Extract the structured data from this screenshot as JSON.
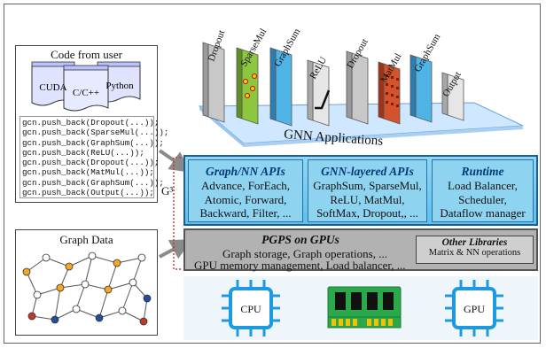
{
  "code_panel": {
    "title": "Code from user",
    "languages": [
      "CUDA",
      "C/C++",
      "Python"
    ],
    "lines": [
      "gcn.push_back(Dropout(...));",
      "gcn.push_back(SparseMul(...));",
      "gcn.push_back(GraphSum(...));",
      "gcn.push_back(ReLU(...));",
      "gcn.push_back(Dropout(...));",
      "gcn.push_back(MatMul(...));",
      "gcn.push_back(GraphSum(...));",
      "gcn.push_back(Output(...));"
    ]
  },
  "graph_panel": {
    "title": "Graph Data"
  },
  "apps": {
    "label": "GNN Applications",
    "layers": [
      "Dropout",
      "SparseMul",
      "GraphSum",
      "ReLU",
      "Dropout",
      "MatMul",
      "GraphSum",
      "Output"
    ]
  },
  "g3_label": "G³",
  "apis": {
    "graph_nn": {
      "title": "Graph/NN APIs",
      "lines": [
        "Advance, ForEach,",
        "Atomic, Forward,",
        "Backward, Filter, ..."
      ]
    },
    "gnn_layered": {
      "title": "GNN-layered APIs",
      "lines": [
        "GraphSum, SparseMul,",
        "ReLU, MatMul,",
        "SoftMax, Dropout,, ..."
      ]
    },
    "runtime": {
      "title": "Runtime",
      "lines": [
        "Load Balancer,",
        "Scheduler,",
        "Dataflow manager"
      ]
    }
  },
  "pgps": {
    "title": "PGPS on GPUs",
    "lines": [
      "Graph storage, Graph operations, ...",
      "GPU memory management, Load balancer, ..."
    ]
  },
  "other_libs": {
    "title": "Other Libraries",
    "subtitle": "Matrix & NN operations"
  },
  "hardware": {
    "cpu": "CPU",
    "gpu": "GPU"
  },
  "colors": {
    "api_blue": "#5cc0ee",
    "api_border": "#1b5f93",
    "pgps_gray": "#b2b2b2",
    "chip_blue": "#1e9be0",
    "memory_green": "#2aa84a",
    "arrow_gray": "#8a8a8a",
    "g3_red": "#c0392b"
  }
}
